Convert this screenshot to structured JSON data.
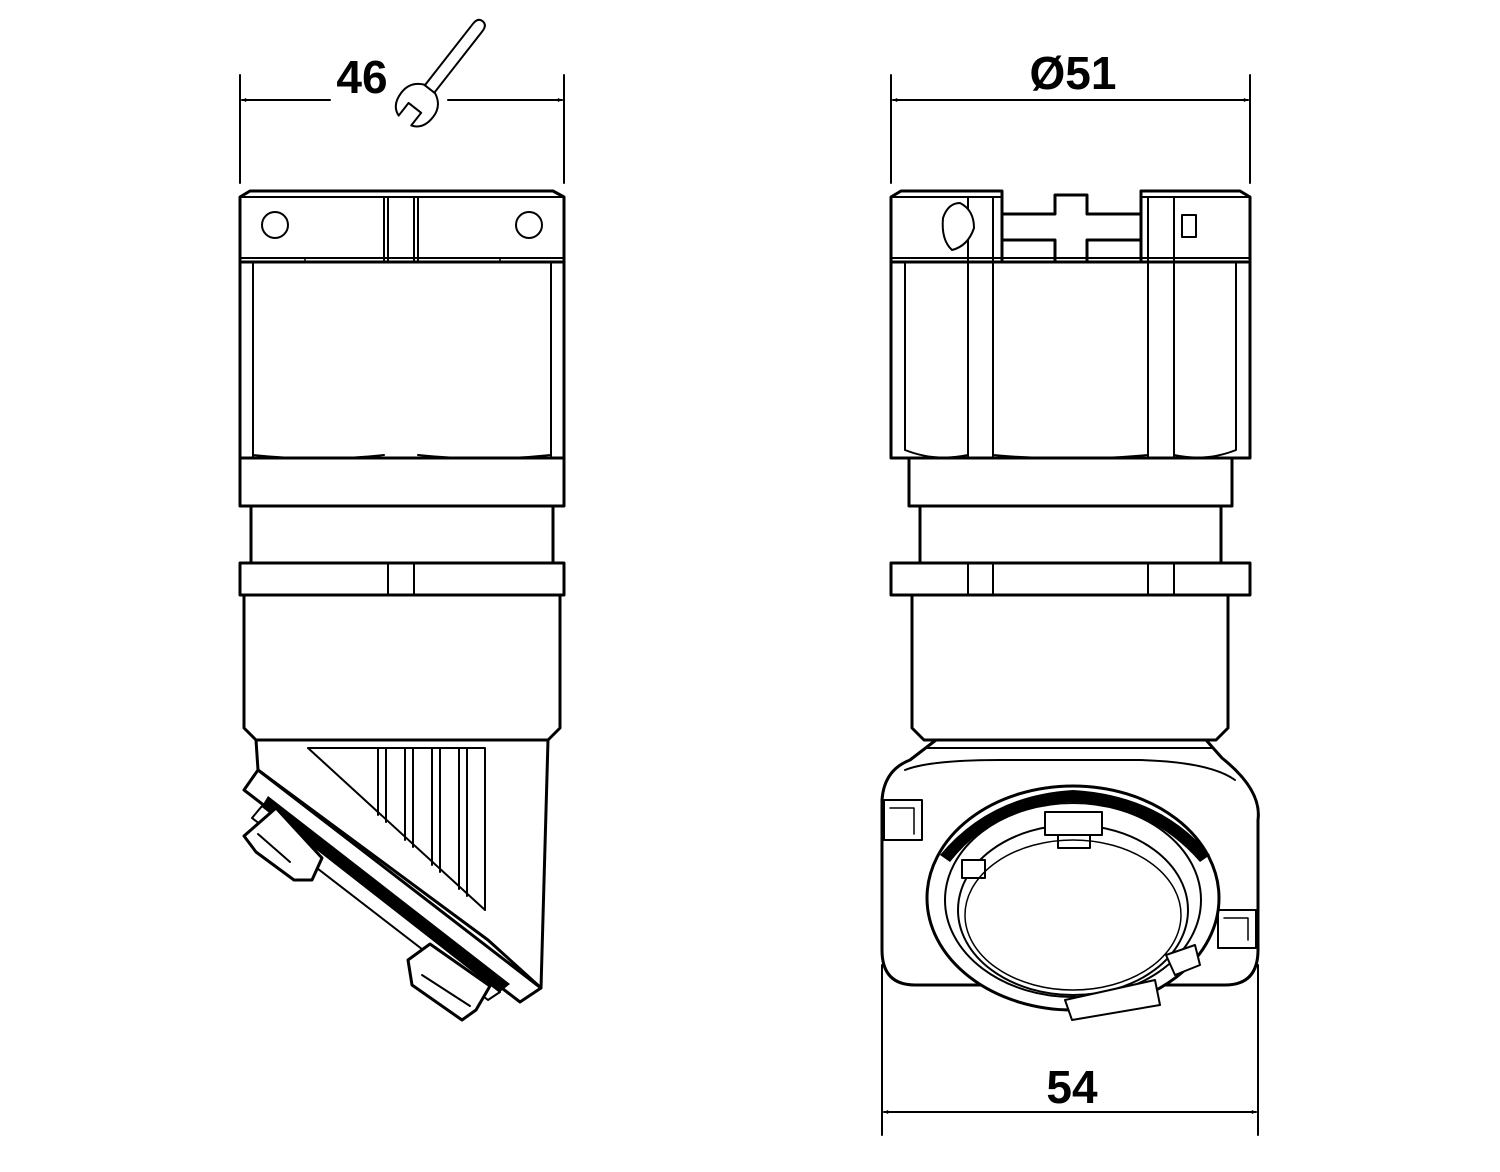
{
  "drawing": {
    "dimensions": {
      "across_flats": "46",
      "diameter": "Ø51",
      "width": "54"
    },
    "icons": {
      "wrench": "wrench-icon"
    },
    "colors": {
      "line": "#000000",
      "background": "#ffffff"
    }
  }
}
